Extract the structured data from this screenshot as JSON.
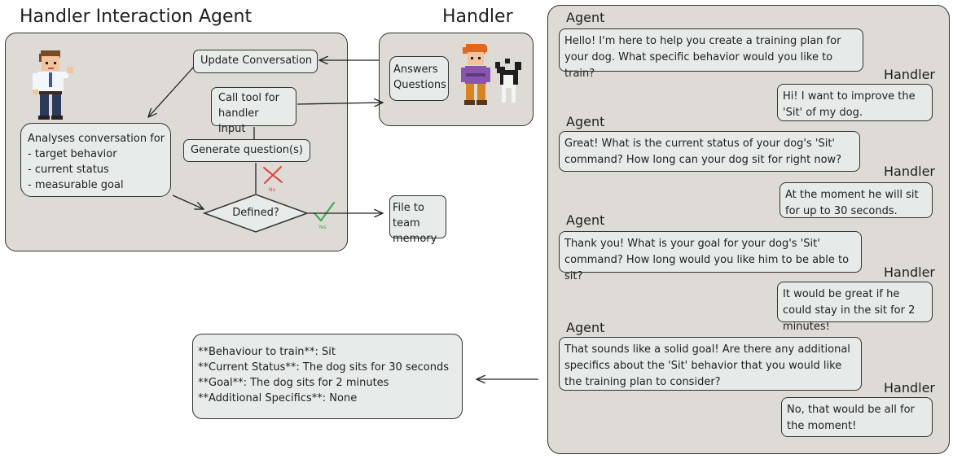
{
  "titles": {
    "agent_section": "Handler Interaction Agent",
    "handler_section": "Handler"
  },
  "flow": {
    "update_conversation": "Update Conversation",
    "call_tool": "Call tool for handler input",
    "generate_questions": "Generate question(s)",
    "analyses_heading": "Analyses conversation for",
    "analyses_items": [
      "- target behavior",
      "- current status",
      "- measurable goal"
    ],
    "decision": "Defined?",
    "no_label": "No",
    "yes_label": "Yes",
    "file_memory": "File to team memory",
    "answers_questions": "Answers Questions"
  },
  "chat": [
    {
      "speaker": "Agent",
      "text": "Hello! I'm here to help you create a training plan for your dog. What specific behavior would you like to train?"
    },
    {
      "speaker": "Handler",
      "text": "Hi! I want to improve the 'Sit' of my dog."
    },
    {
      "speaker": "Agent",
      "text": "Great! What is the current status of your dog's 'Sit' command? How long can your dog sit for right now?"
    },
    {
      "speaker": "Handler",
      "text": "At the moment he will sit for up to 30 seconds."
    },
    {
      "speaker": "Agent",
      "text": "Thank you! What is your goal for your dog's 'Sit' command? How long would you like him to be able to sit?"
    },
    {
      "speaker": "Handler",
      "text": "It would be great if he could stay in the sit for 2 minutes!"
    },
    {
      "speaker": "Agent",
      "text": "That sounds like a solid goal! Are there any additional specifics about the 'Sit' behavior that you would like the training plan to consider?"
    },
    {
      "speaker": "Handler",
      "text": "No, that would be all for the moment!"
    }
  ],
  "summary": [
    "**Behaviour to train**: Sit",
    "**Current Status**: The dog sits for 30 seconds",
    "**Goal**: The dog sits for 2 minutes",
    "**Additional Specifics**: None"
  ],
  "colors": {
    "panel": "#dedad6",
    "node": "#e7ecea",
    "no_mark": "#e0443e",
    "yes_mark": "#3fae4a"
  }
}
